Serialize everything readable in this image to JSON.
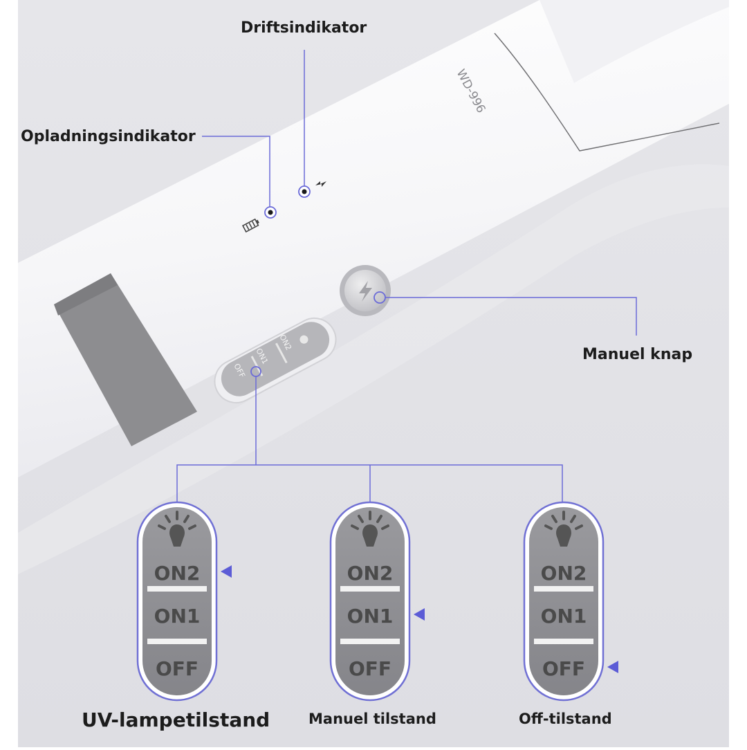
{
  "colors": {
    "background": "#e4e4e8",
    "accent_line": "#6a6ad8",
    "switch_fill": "#8e8e92",
    "switch_outline": "#7070d4",
    "marker": "#5c5cd6"
  },
  "device": {
    "model": "WD-996",
    "indicator_icons": [
      "battery-icon",
      "lightning-icon"
    ]
  },
  "callouts": {
    "driftsindikator": "Driftsindikator",
    "opladningsindikator": "Opladningsindikator",
    "manuel_knap": "Manuel knap"
  },
  "switch_labels": {
    "on2": "ON2",
    "on1": "ON1",
    "off": "OFF"
  },
  "states": [
    {
      "caption": "UV-lampetilstand",
      "selected": "ON2"
    },
    {
      "caption": "Manuel tilstand",
      "selected": "ON1"
    },
    {
      "caption": "Off-tilstand",
      "selected": "OFF"
    }
  ]
}
